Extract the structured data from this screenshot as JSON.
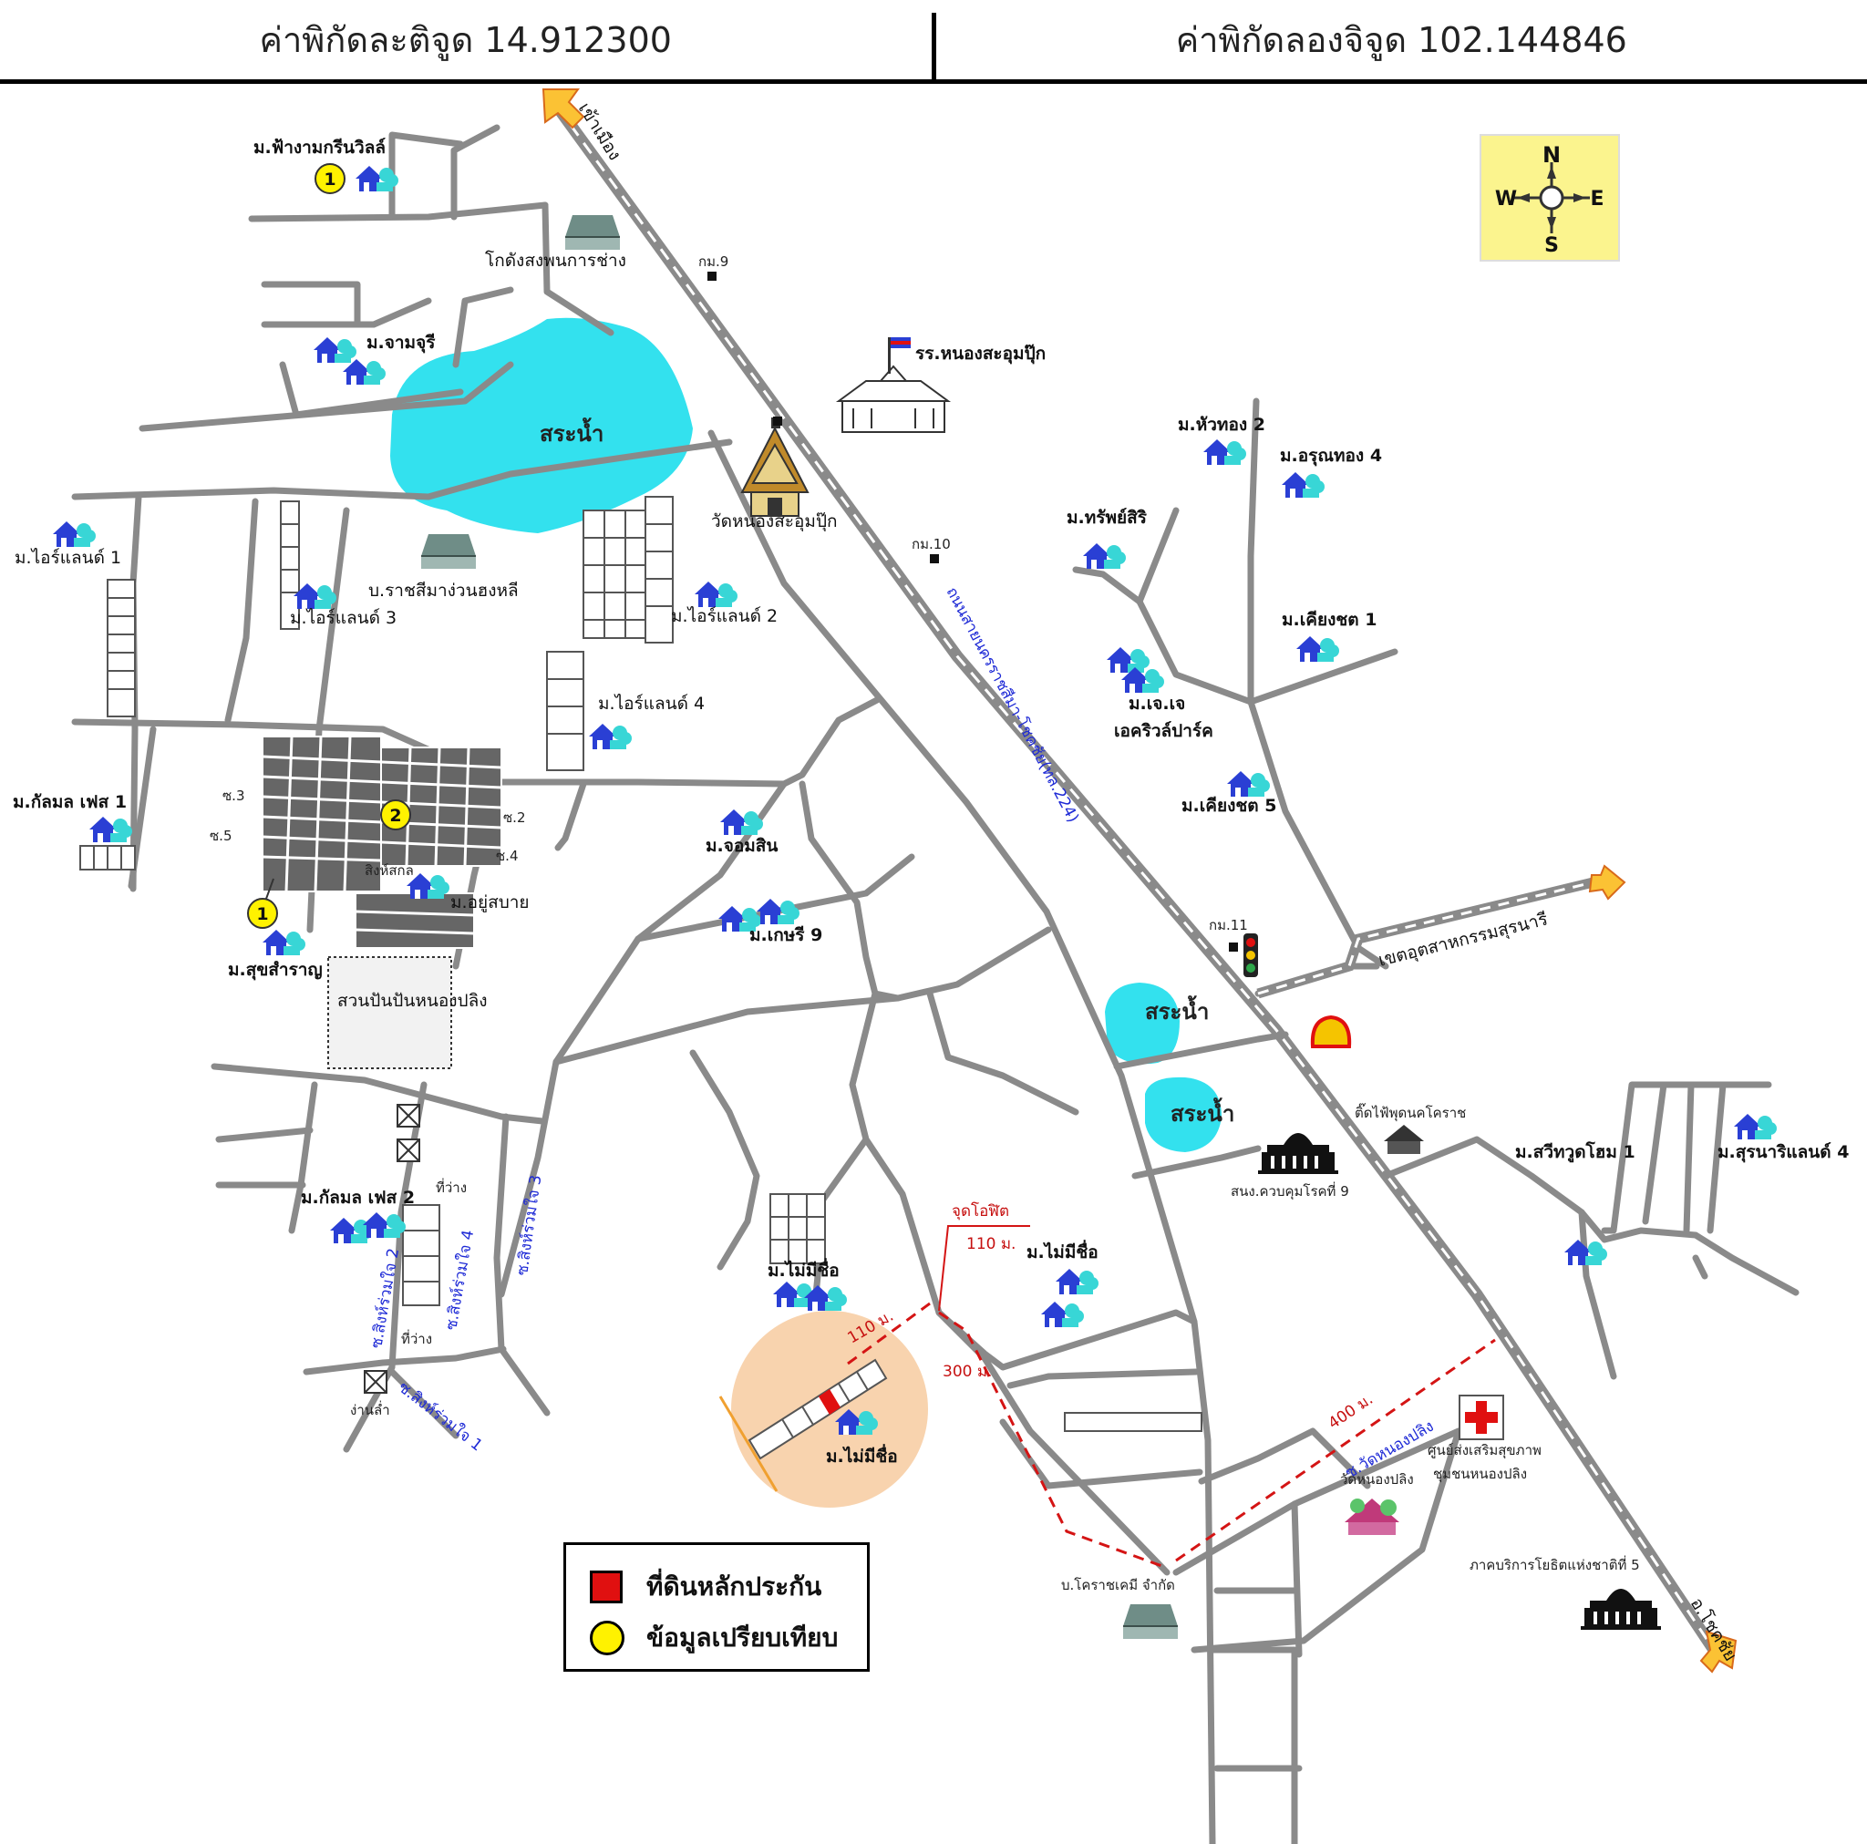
{
  "header": {
    "latitude_label": "ค่าพิกัดละติจูด 14.912300",
    "longitude_label": "ค่าพิกัดลองจิจูด 102.144846"
  },
  "compass": {
    "n": "N",
    "s": "S",
    "e": "E",
    "w": "W"
  },
  "roads": {
    "main_highway": "ถนนสายนครราชสีมา-โชคชัย(ทล.224)",
    "industrial": "เขตอุตสาหกรรมสุรนารี",
    "to_city": "เข้าเมือง",
    "to_chokchai": "อ.โชคชัย",
    "soi_nongpling": "ซ.วัดหนองปลิง",
    "soi_1": "ซ.สิงห์ร่วมใจ 1",
    "soi_2": "ซ.สิงห์ร่วมใจ 2",
    "soi_3": "ซ.สิงห์ร่วมใจ 3",
    "soi_4": "ซ.สิงห์ร่วมใจ 4",
    "soi3_short": "ซ.3",
    "soi5_short": "ซ.5",
    "soi2_short": "ซ.2",
    "soi4_short": "ซ.4"
  },
  "km_markers": {
    "km9": "กม.9",
    "km10": "กม.10",
    "km11": "กม.11"
  },
  "places": {
    "fahngam": "ม.ฟ้างามกรีนวิลล์",
    "kosit_garage": "โกดังสงพนการช่าง",
    "jamjuree": "ม.จามจุรี",
    "school": "รร.หนองสะอุมปุ๊ก",
    "pond": "สระน้ำ",
    "temple": "วัดหนองสะอุมปุ๊ก",
    "iland1": "ม.ไอร์แลนด์ 1",
    "iland2": "ม.ไอร์แลนด์ 2",
    "iland3": "ม.ไอร์แลนด์ 3",
    "iland4": "ม.ไอร์แลนด์ 4",
    "ratchasima": "บ.ราชสีมาง่วนฮงหลี",
    "kasem1": "ม.กัลมล เฟส 1",
    "kasem2": "ม.กัลมล เฟส 2",
    "chom_lom": "ม.จอมสิน",
    "kasem9": "ม.เกษรี 9",
    "yu_sabai": "ม.อยู่สบาย",
    "singsakit": "สิงห์สกล",
    "sukchamruen": "ม.สุขสำราญ",
    "park": "สวนปันปันหนองปลิง",
    "thiwang1": "ที่ว่าง",
    "thiwang2": "ที่ว่าง",
    "chanla": "ง่านล่ำ",
    "huathong2": "ม.หัวทอง 2",
    "arunthong4": "ม.อรุณทอง 4",
    "sapsiri": "ม.ทรัพย์สิริ",
    "kittichot1": "ม.เคียงชต 1",
    "kj": "ม.เจ.เจ",
    "kj2": "เอคริวล์ปาร์ค",
    "kittichot5": "ม.เคียงชต 5",
    "pond2": "สระน้ำ",
    "pond3": "สระน้ำ",
    "kudnam": "จุดโอฬิต",
    "no_name1": "ม.ไม่มีชื่อ",
    "no_name2": "ม.ไม่มีชื่อ",
    "no_name3": "ม.ไม่มีชื่อ",
    "hospital": "สนง.ควบคุมโรคที่ 9",
    "tudfah": "ติ๊ดไฟ้พุดนคโคราช",
    "sweetwood": "ม.สวีทวูดโฮม 1",
    "surawan4": "ม.สุรนาริแลนด์ 4",
    "korat_co": "บ.โคราชเคมี จำกัด",
    "wat_nongpling": "วัดหนองปลิง",
    "health_center": "ศูนย์ส่งเสริมสุขภาพ",
    "health_center2": "ชุมชนหนองปลิง",
    "regional_office": "ภาคบริการโยธิตแห่งชาติที่ 5"
  },
  "distances": {
    "d110a": "110 ม.",
    "d110b": "110 ม.",
    "d300": "300 ม.",
    "d400": "400 ม."
  },
  "markers": {
    "m1a": "1",
    "m1b": "1",
    "m2": "2"
  },
  "legend": {
    "collateral": "ที่ดินหลักประกัน",
    "comparison": "ข้อมูลเปรียบเทียบ"
  },
  "colors": {
    "road": "#888888",
    "water": "#33e1ee",
    "collateral": "#e01010",
    "comparison": "#fff200",
    "buffer": "#f8d3ae",
    "highway_line": "#ffffff"
  }
}
